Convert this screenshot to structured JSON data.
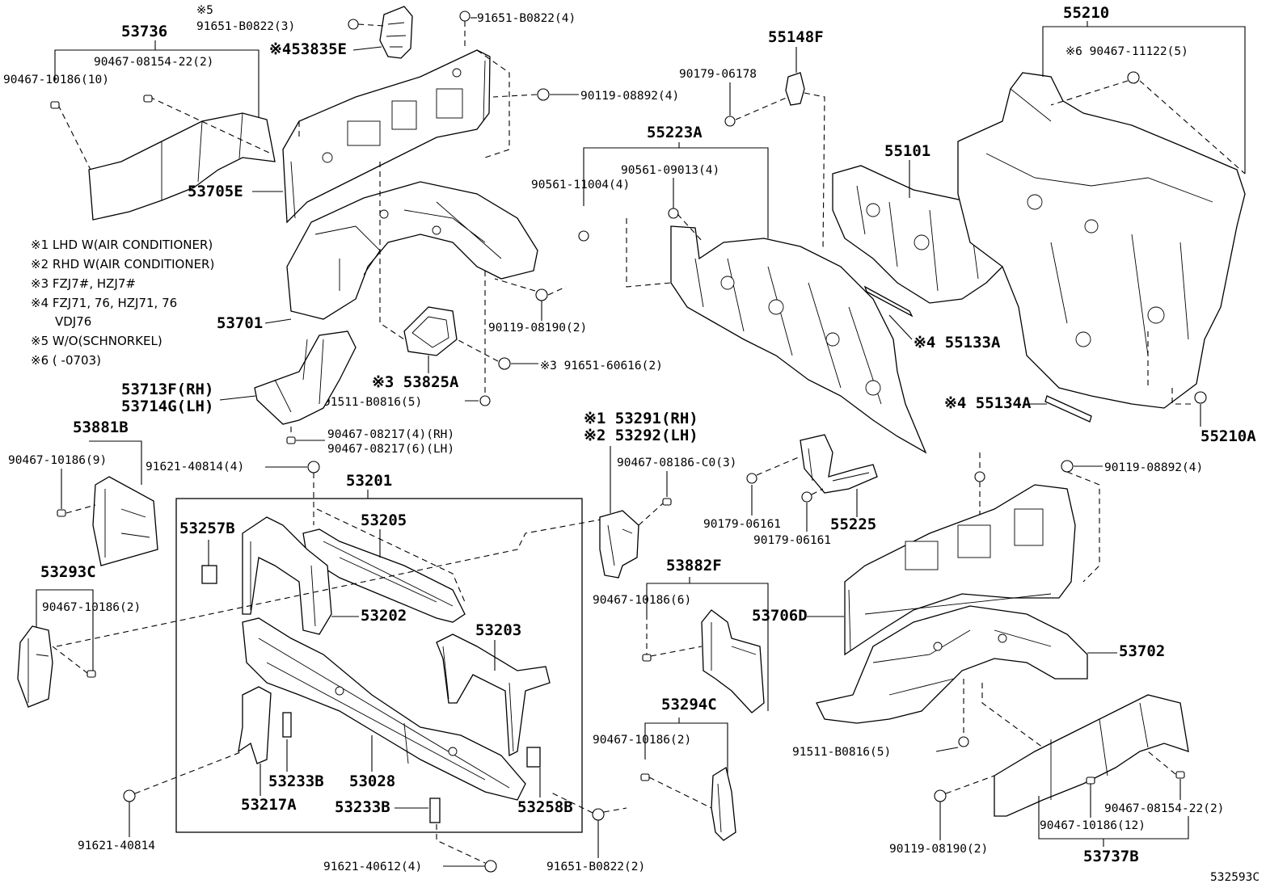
{
  "notes": [
    {
      "mark": "※1",
      "text": "LHD W(AIR CONDITIONER)"
    },
    {
      "mark": "※2",
      "text": "RHD W(AIR CONDITIONER)"
    },
    {
      "mark": "※3",
      "text": "FZJ7#, HZJ7#"
    },
    {
      "mark": "※4",
      "text": "FZJ71, 76, HZJ71, 76"
    },
    {
      "mark": "",
      "text": "VDJ76"
    },
    {
      "mark": "※5",
      "text": "W/O(SCHNORKEL)"
    },
    {
      "mark": "※6",
      "text": "(        -0703)"
    }
  ],
  "parts": {
    "p53736": "53736",
    "p90467_10186_10": "90467-10186(10)",
    "p90467_08154_22_2_a": "90467-08154-22(2)",
    "mark5_top": "※5",
    "p91651_b0822_3": "91651-B0822(3)",
    "p53835e": "※453835E",
    "p91651_b0822_4": "91651-B0822(4)",
    "p90119_08892_4_a": "90119-08892(4)",
    "p53705e": "53705E",
    "p53701": "53701",
    "p90119_08190_2_a": "90119-08190(2)",
    "p53825a": "※3 53825A",
    "p91651_60616": "※3 91651-60616(2)",
    "p91511_b0816_5_a": "91511-B0816(5)",
    "p53713f": "53713F(RH)",
    "p53714g": "53714G(LH)",
    "p90467_08217_4": "90467-08217(4)(RH)",
    "p90467_08217_6": "90467-08217(6)(LH)",
    "p55148f": "55148F",
    "p90179_06178": "90179-06178",
    "p55223a": "55223A",
    "p90561_09013": "90561-09013(4)",
    "p90561_11004": "90561-11004(4)",
    "p55101": "55101",
    "p55210": "55210",
    "p90467_11122": "※6 90467-11122(5)",
    "p55133a": "※4 55133A",
    "p55134a": "※4 55134A",
    "p55210a": "55210A",
    "p53881b": "53881B",
    "p90467_10186_9": "90467-10186(9)",
    "p91621_40814_4": "91621-40814(4)",
    "p53201": "53201",
    "p53257b": "53257B",
    "p53205": "53205",
    "p53202": "53202",
    "p53203": "53203",
    "p53293c": "53293C",
    "p90467_10186_2_a": "90467-10186(2)",
    "p53233b_a": "53233B",
    "p53028": "53028",
    "p53217a": "53217A",
    "p53233b_b": "53233B",
    "p53258b": "53258B",
    "p91621_40814": "91621-40814",
    "p91621_40612": "91621-40612(4)",
    "p91651_b0822_2": "91651-B0822(2)",
    "p53291": "※1 53291(RH)",
    "p53292": "※2 53292(LH)",
    "p90467_08186": "90467-08186-C0(3)",
    "p90179_06161_a": "90179-06161",
    "p90179_06161_b": "90179-06161",
    "p55225": "55225",
    "p53882f": "53882F",
    "p90467_10186_6": "90467-10186(6)",
    "p53294c": "53294C",
    "p90467_10186_2_b": "90467-10186(2)",
    "p90119_08892_4_b": "90119-08892(4)",
    "p53706d": "53706D",
    "p53702": "53702",
    "p91511_b0816_5_b": "91511-B0816(5)",
    "p90119_08190_2_b": "90119-08190(2)",
    "p90467_08154_22_2_b": "90467-08154-22(2)",
    "p90467_10186_12": "90467-10186(12)",
    "p53737b": "53737B",
    "ref": "532593C"
  }
}
